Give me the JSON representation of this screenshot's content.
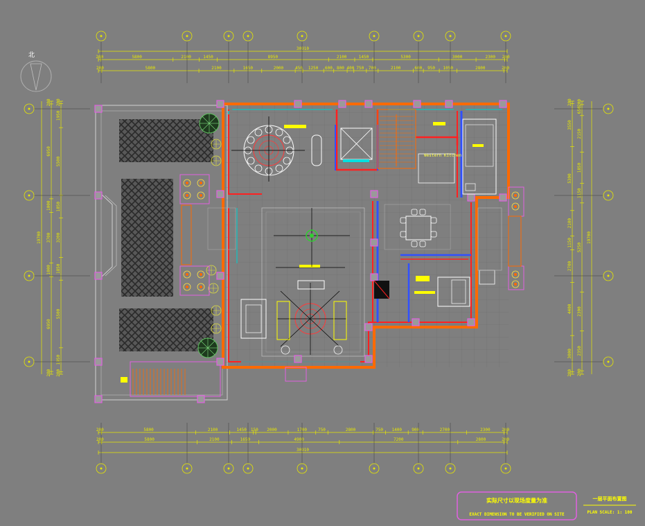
{
  "compass": {
    "north_label": "北"
  },
  "top_dims": {
    "row1": [
      "200",
      "5800",
      "2100",
      "1450",
      "8950",
      "2100",
      "1450",
      "5300",
      "3000",
      "2300",
      "200"
    ],
    "row2_total": "30910",
    "row3": [
      "200",
      "5800",
      "2100",
      "1650",
      "2000",
      "450",
      "1250",
      "600",
      "800",
      "400",
      "750",
      "700",
      "2100",
      "600",
      "950",
      "1050",
      "2800",
      "200"
    ]
  },
  "bottom_dims": {
    "row1": [
      "200",
      "5800",
      "2100",
      "1450",
      "150",
      "2000",
      "1700",
      "750",
      "2800",
      "750",
      "1400",
      "900",
      "2700",
      "2300",
      "200"
    ],
    "row2": [
      "200",
      "5800",
      "2100",
      "1650",
      "4900",
      "7200",
      "2800",
      "200"
    ],
    "row3_total": "30910"
  },
  "left_dims": {
    "col1": [
      "200",
      "1950",
      "5500",
      "1850",
      "3200",
      "1850",
      "5500",
      "1950",
      "200"
    ],
    "col2": [
      "200",
      "6950",
      "1000",
      "3700",
      "1000",
      "6950",
      "200"
    ],
    "total": "19700"
  },
  "right_dims": {
    "col1": [
      "200",
      "3550",
      "5300",
      "2100",
      "1150",
      "2700",
      "4400",
      "3000",
      "200"
    ],
    "col2": [
      "200",
      "650",
      "2150",
      "1850",
      "1150",
      "5250",
      "2300",
      "2350",
      "200"
    ],
    "total": "19700"
  },
  "room_labels": [
    "Western Kitchen"
  ],
  "title_block": {
    "note_cn": "实际尺寸以现场度量为准",
    "note_en": "EXACT DIMENSION TO BE VERIFIED ON SITE",
    "plan_title": "一层平面布置图",
    "plan_scale": "PLAN SCALE: 1: 100"
  },
  "colors": {
    "background": "#7f7f7f",
    "dimension": "#e8e800",
    "wall_outer": "#ff6a00",
    "wall_red": "#ff2020",
    "wall_blue": "#3050ff",
    "column": "#e060e0",
    "furniture": "#ffffff",
    "grid": "#3a3a3a"
  }
}
